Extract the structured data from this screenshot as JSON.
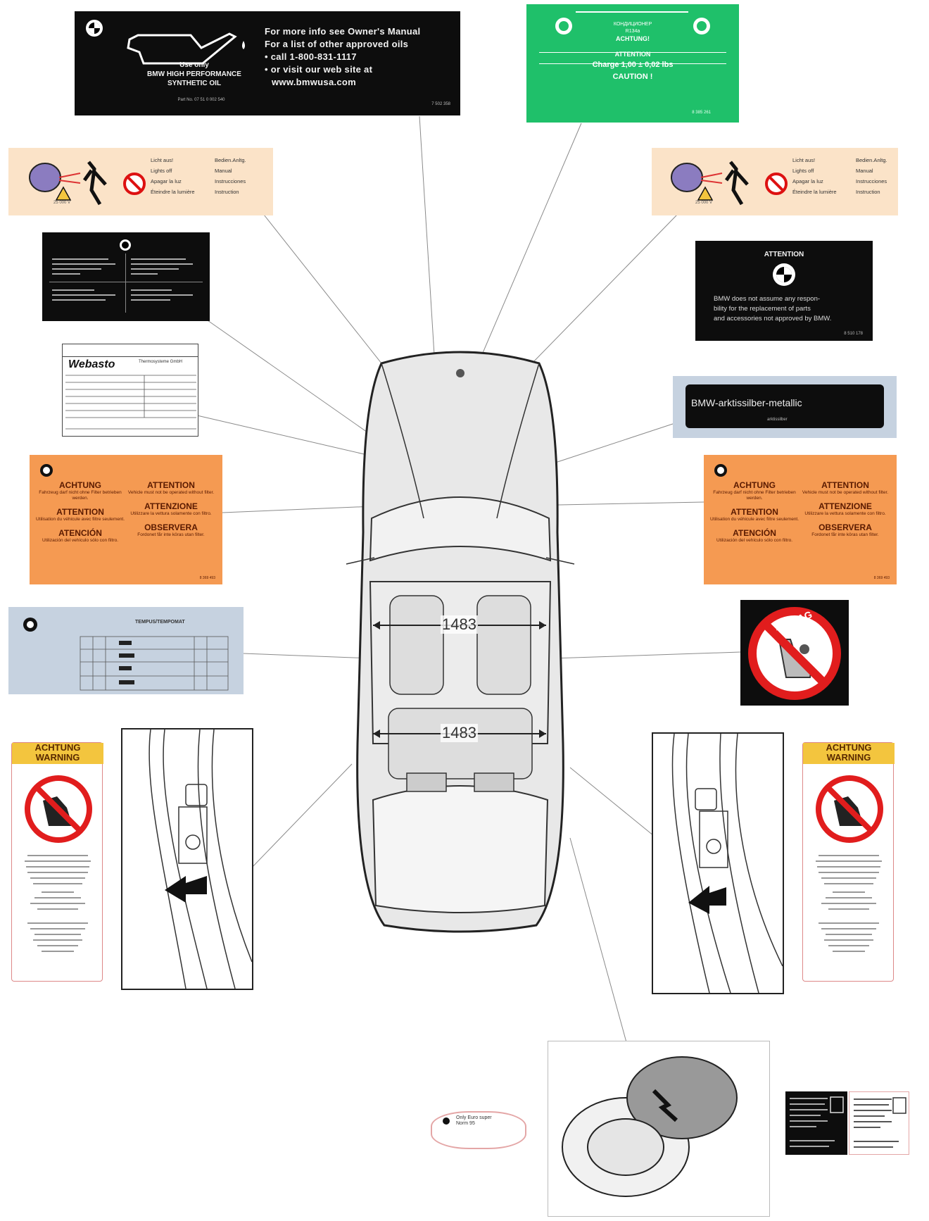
{
  "oil_label": {
    "left_lines": [
      "Use only",
      "BMW HIGH PERFORMANCE",
      "SYNTHETIC OIL"
    ],
    "part_no": "Part No. 07 51 0 002 540",
    "right_lines": [
      "For more info see Owner's Manual",
      "For a list of other approved oils",
      "• call 1-800-831-1117",
      "• or visit our web site at",
      "www.bmwusa.com"
    ],
    "code": "7 502 358"
  },
  "ac_label": {
    "lines": [
      "КОНДИЦИОНЕР",
      "R134a",
      "ACHTUNG!",
      "ATTENTION",
      "Charge 1,00 ± 0,02 lbs",
      "CAUTION !"
    ],
    "code": "8 385 261"
  },
  "lights_label": {
    "voltage": "25 000 V",
    "col1": [
      "Licht aus!",
      "Lights off",
      "Apagar la luz",
      "Éteindre la lumière"
    ],
    "col2": [
      "Bedien.Anltg.",
      "Manual",
      "Instrucciones",
      "Instruction"
    ]
  },
  "attention_label": {
    "title": "ATTENTION",
    "body_lines": [
      "BMW does not assume any respon-",
      "bility for the replacement of parts",
      "and accessories not approved by BMW."
    ],
    "code": "8 510 178"
  },
  "webasto_label": {
    "brand": "Webasto",
    "subtitle": "Thermosysteme GmbH"
  },
  "paint_label": {
    "main": "BMW-arktissilber-metallic",
    "sub": "arktissilber"
  },
  "filter_label": {
    "left": [
      {
        "hdr": "ACHTUNG",
        "txt": "Fahrzeug darf nicht ohne Filter betrieben werden."
      },
      {
        "hdr": "ATTENTION",
        "txt": "Utilisation du véhicule avec filtre seulement."
      },
      {
        "hdr": "ATENCIÓN",
        "txt": "Utilización del vehículo sólo con filtro."
      }
    ],
    "right": [
      {
        "hdr": "ATTENTION",
        "txt": "Vehicle must not be operated without filter."
      },
      {
        "hdr": "ATTENZIONE",
        "txt": "Utilizzare la vettura solamente con filtro."
      },
      {
        "hdr": "OBSERVERA",
        "txt": "Fordonet får inte köras utan filter."
      }
    ],
    "code": "8 369 493"
  },
  "tire_label": {
    "heading": "TEMPUS/TEMPOMAT"
  },
  "airbag_label": {
    "text": "AIRBAG"
  },
  "warning_label": {
    "hdr1": "ACHTUNG",
    "hdr2": "WARNING"
  },
  "dimensions": {
    "front_width": "1483",
    "rear_width": "1483"
  },
  "fuel_label": {
    "text_line1": "Only Euro super",
    "text_line2": "Norm 95"
  },
  "colors": {
    "black": "#0d0d0d",
    "green": "#1fc06a",
    "orange": "#f59a52",
    "peach": "#fbe3c8",
    "bluegray": "#c6d2e0",
    "airbag_red": "#e11d1d",
    "warning_yellow": "#f3c53e"
  }
}
